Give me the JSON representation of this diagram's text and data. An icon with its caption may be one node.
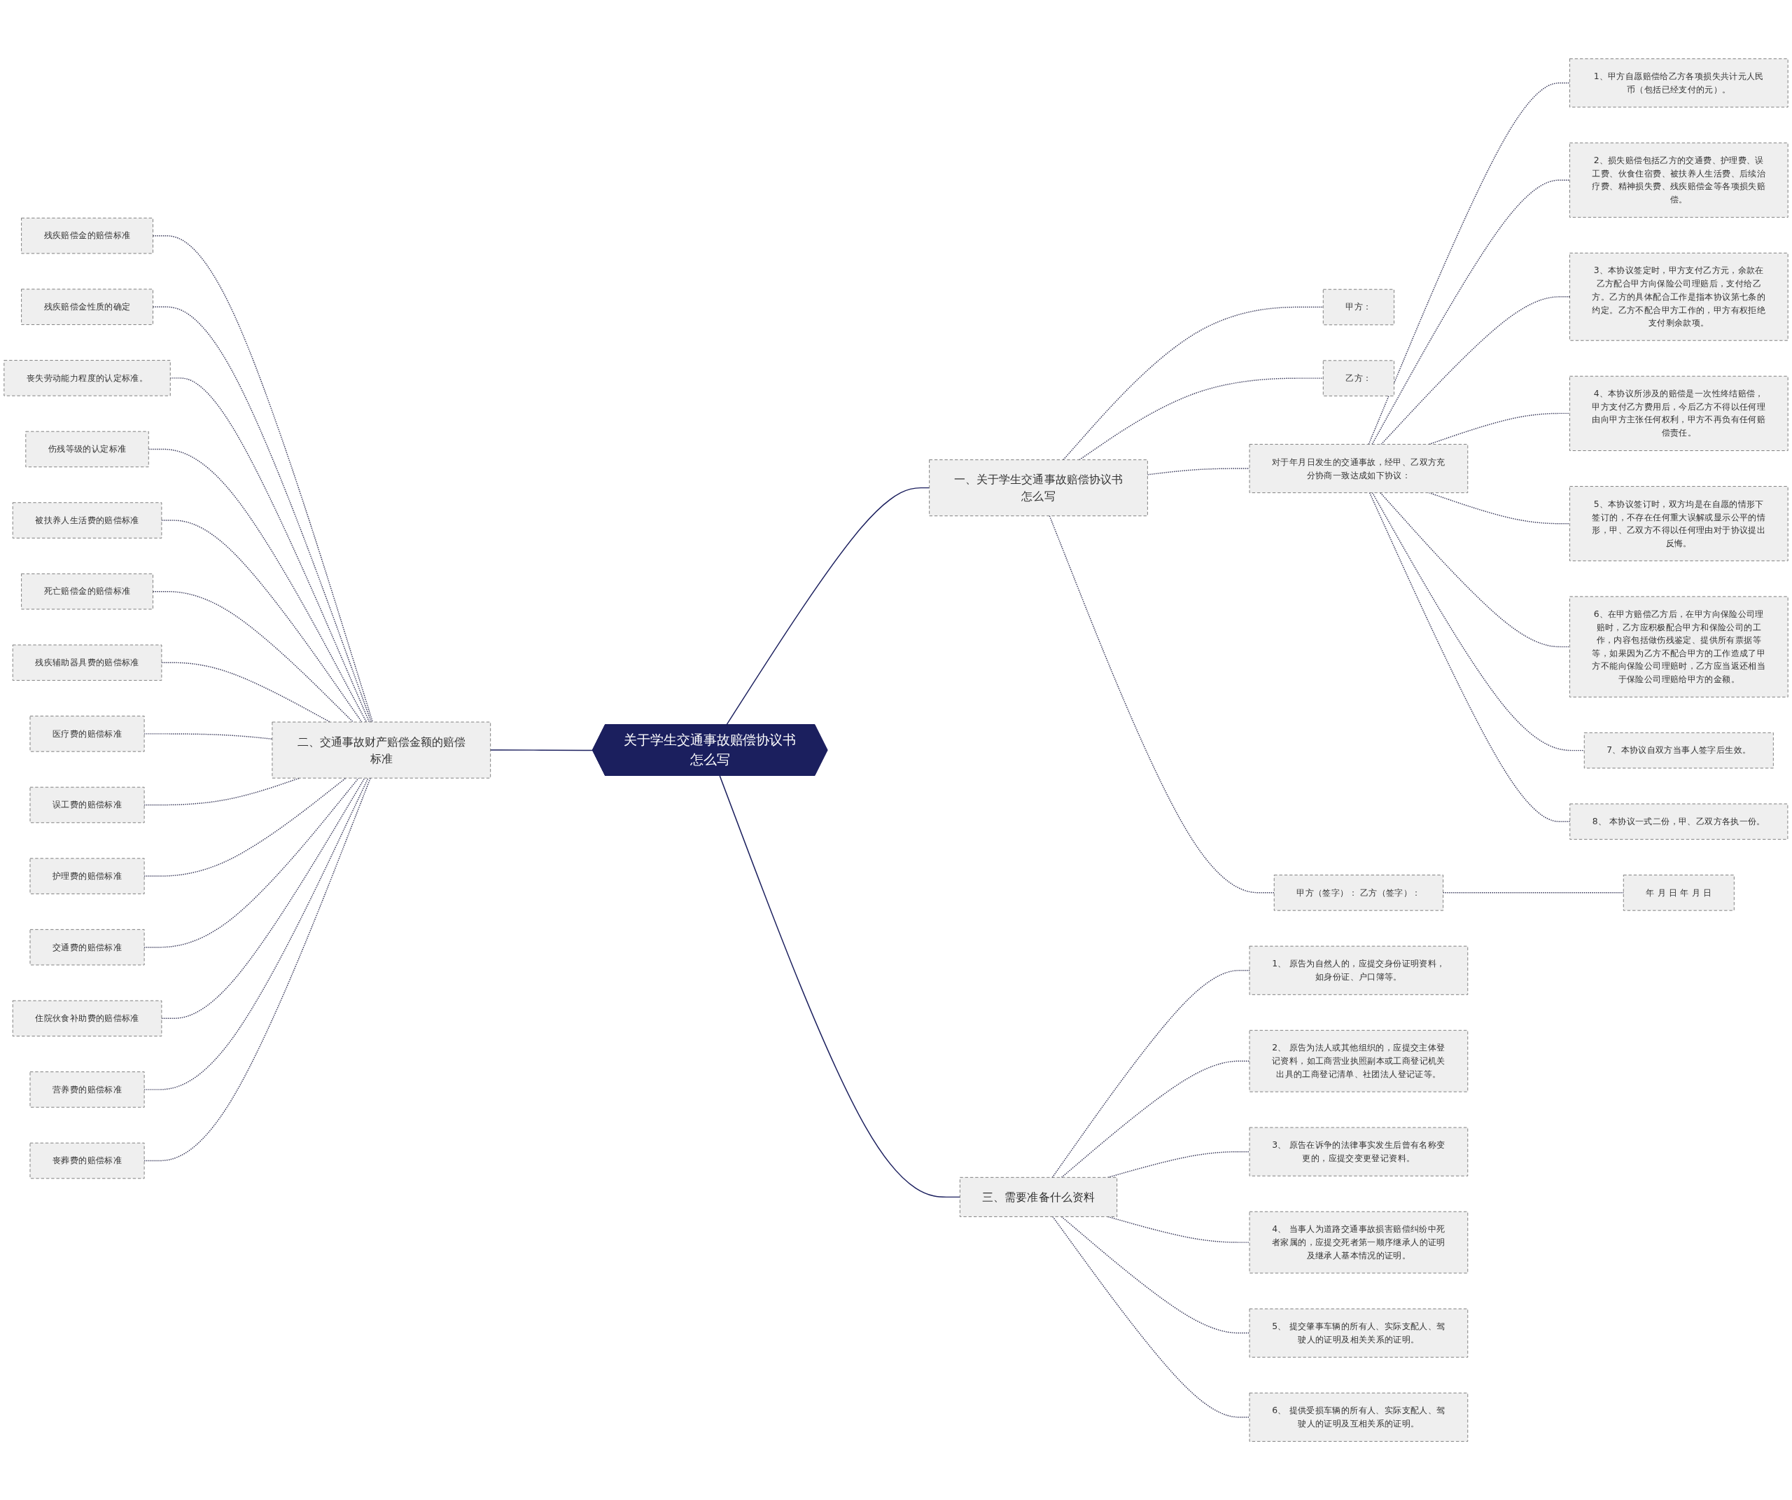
{
  "diagram": {
    "nodes": [
      {
        "text": [
          "关于学生交通事故赔偿协议书怎么写"
        ]
      },
      {
        "text": [
          "一、关于学生交通事故赔偿协议书怎么写"
        ]
      },
      {
        "text": [
          "甲方："
        ]
      },
      {
        "text": [
          "乙方："
        ]
      },
      {
        "text": [
          "对于年月日发生的交通事故，经甲、乙双方充分协商一致达成如下协议："
        ]
      },
      {
        "text": [
          "1、甲方自愿赔偿给乙方各项损失共计元人民币（包括已经支付的元）。"
        ]
      },
      {
        "text": [
          "2、损失赔偿包括乙方的交通费、护理费、误工费、伙食住宿费、被扶养人生活费、后续治疗费、精神损失费、残疾赔偿金等各项损失赔偿。"
        ]
      },
      {
        "text": [
          "3、本协议签定时，甲方支付乙方元，余款在乙方配合甲方向保险公司理赔后，支付给乙方。乙方的具体配合工作是指本协议第七条的约定。乙方不配合甲方工作的，甲方有权拒绝支付剩余款项。"
        ]
      },
      {
        "text": [
          "4、本协议所涉及的赔偿是一次性终结赔偿，甲方支付乙方费用后，今后乙方不得以任何理由向甲方主张任何权利，甲方不再负有任何赔偿责任。"
        ]
      },
      {
        "text": [
          "5、本协议签订时，双方均是在自愿的情形下签订的，不存在任何重大误解或显示公平的情形，甲、乙双方不得以任何理由对于协议提出反悔。"
        ]
      },
      {
        "text": [
          "6、在甲方赔偿乙方后，在甲方向保险公司理赔时，乙方应积极配合甲方和保险公司的工作，内容包括做伤残鉴定、提供所有票据等等，如果因为乙方不配合甲方的工作造成了甲方不能向保险公司理赔时，乙方应当返还相当于保险公司理赔给甲方的金额。"
        ]
      },
      {
        "text": [
          "7、本协议自双方当事人签字后生效。"
        ]
      },
      {
        "text": [
          "8、 本协议一式二份，甲、乙双方各执一份。"
        ]
      },
      {
        "text": [
          "甲方（签字）： 乙方（签字）："
        ]
      },
      {
        "text": [
          "年 月 日 年 月 日"
        ]
      },
      {
        "text": [
          "二、交通事故财产赔偿金额的赔偿标准"
        ]
      },
      {
        "text": [
          "残疾赔偿金的赔偿标准"
        ]
      },
      {
        "text": [
          "残疾赔偿金性质的确定"
        ]
      },
      {
        "text": [
          "丧失劳动能力程度的认定标准。"
        ]
      },
      {
        "text": [
          "伤残等级的认定标准"
        ]
      },
      {
        "text": [
          "被扶养人生活费的赔偿标准"
        ]
      },
      {
        "text": [
          "死亡赔偿金的赔偿标准"
        ]
      },
      {
        "text": [
          "残疾辅助器具费的赔偿标准"
        ]
      },
      {
        "text": [
          "医疗费的赔偿标准"
        ]
      },
      {
        "text": [
          "误工费的赔偿标准"
        ]
      },
      {
        "text": [
          "护理费的赔偿标准"
        ]
      },
      {
        "text": [
          "交通费的赔偿标准"
        ]
      },
      {
        "text": [
          "住院伙食补助费的赔偿标准"
        ]
      },
      {
        "text": [
          "营养费的赔偿标准"
        ]
      },
      {
        "text": [
          "丧葬费的赔偿标准"
        ]
      },
      {
        "text": [
          "三、需要准备什么资料"
        ]
      },
      {
        "text": [
          "1、 原告为自然人的，应提交身份证明资料，如身份证、户口簿等。"
        ]
      },
      {
        "text": [
          "2、 原告为法人或其他组织的，应提交主体登记资料，如工商营业执照副本或工商登记机关出具的工商登记清单、社团法人登记证等。"
        ]
      },
      {
        "text": [
          "3、 原告在诉争的法律事实发生后曾有名称变更的，应提交变更登记资料。"
        ]
      },
      {
        "text": [
          "4、 当事人为道路交通事故损害赔偿纠纷中死者家属的，应提交死者第一顺序继承人的证明及继承人基本情况的证明。"
        ]
      },
      {
        "text": [
          "5、 提交肇事车辆的所有人、实际支配人、驾驶人的证明及相关关系的证明。"
        ]
      },
      {
        "text": [
          "6、 提供受损车辆的所有人、实际支配人、驾驶人的证明及互相关系的证明。"
        ]
      }
    ],
    "edges": [
      {
        "from": 0,
        "to": 1,
        "arrow": "none"
      },
      {
        "from": 1,
        "to": 2,
        "arrow": "none",
        "style": "dashed"
      },
      {
        "from": 1,
        "to": 3,
        "arrow": "none",
        "style": "dashed"
      },
      {
        "from": 1,
        "to": 4,
        "arrow": "none",
        "style": "dashed"
      },
      {
        "from": 4,
        "to": 5,
        "arrow": "none",
        "style": "dashed"
      },
      {
        "from": 4,
        "to": 6,
        "arrow": "none",
        "style": "dashed"
      },
      {
        "from": 4,
        "to": 7,
        "arrow": "none",
        "style": "dashed"
      },
      {
        "from": 4,
        "to": 8,
        "arrow": "none",
        "style": "dashed"
      },
      {
        "from": 4,
        "to": 9,
        "arrow": "none",
        "style": "dashed"
      },
      {
        "from": 4,
        "to": 10,
        "arrow": "none",
        "style": "dashed"
      },
      {
        "from": 4,
        "to": 11,
        "arrow": "none",
        "style": "dashed"
      },
      {
        "from": 4,
        "to": 12,
        "arrow": "none",
        "style": "dashed"
      },
      {
        "from": 1,
        "to": 13,
        "arrow": "none",
        "style": "dashed"
      },
      {
        "from": 13,
        "to": 14,
        "arrow": "none",
        "style": "dashed"
      },
      {
        "from": 15,
        "to": 0,
        "arrow": "none"
      },
      {
        "from": 16,
        "to": 15,
        "arrow": "none",
        "style": "dashed"
      },
      {
        "from": 17,
        "to": 15,
        "arrow": "none",
        "style": "dashed"
      },
      {
        "from": 18,
        "to": 15,
        "arrow": "none",
        "style": "dashed"
      },
      {
        "from": 19,
        "to": 15,
        "arrow": "none",
        "style": "dashed"
      },
      {
        "from": 20,
        "to": 15,
        "arrow": "none",
        "style": "dashed"
      },
      {
        "from": 21,
        "to": 15,
        "arrow": "none",
        "style": "dashed"
      },
      {
        "from": 22,
        "to": 15,
        "arrow": "none",
        "style": "dashed"
      },
      {
        "from": 23,
        "to": 15,
        "arrow": "none",
        "style": "dashed"
      },
      {
        "from": 24,
        "to": 15,
        "arrow": "none",
        "style": "dashed"
      },
      {
        "from": 25,
        "to": 15,
        "arrow": "none",
        "style": "dashed"
      },
      {
        "from": 26,
        "to": 15,
        "arrow": "none",
        "style": "dashed"
      },
      {
        "from": 27,
        "to": 15,
        "arrow": "none",
        "style": "dashed"
      },
      {
        "from": 28,
        "to": 15,
        "arrow": "none",
        "style": "dashed"
      },
      {
        "from": 29,
        "to": 15,
        "arrow": "none",
        "style": "dashed"
      },
      {
        "from": 0,
        "to": 30,
        "arrow": "none"
      },
      {
        "from": 30,
        "to": 31,
        "arrow": "none",
        "style": "dashed"
      },
      {
        "from": 30,
        "to": 32,
        "arrow": "none",
        "style": "dashed"
      },
      {
        "from": 30,
        "to": 33,
        "arrow": "none",
        "style": "dashed"
      },
      {
        "from": 30,
        "to": 34,
        "arrow": "none",
        "style": "dashed"
      },
      {
        "from": 30,
        "to": 35,
        "arrow": "none",
        "style": "dashed"
      },
      {
        "from": 30,
        "to": 36,
        "arrow": "none",
        "style": "dashed"
      }
    ]
  }
}
